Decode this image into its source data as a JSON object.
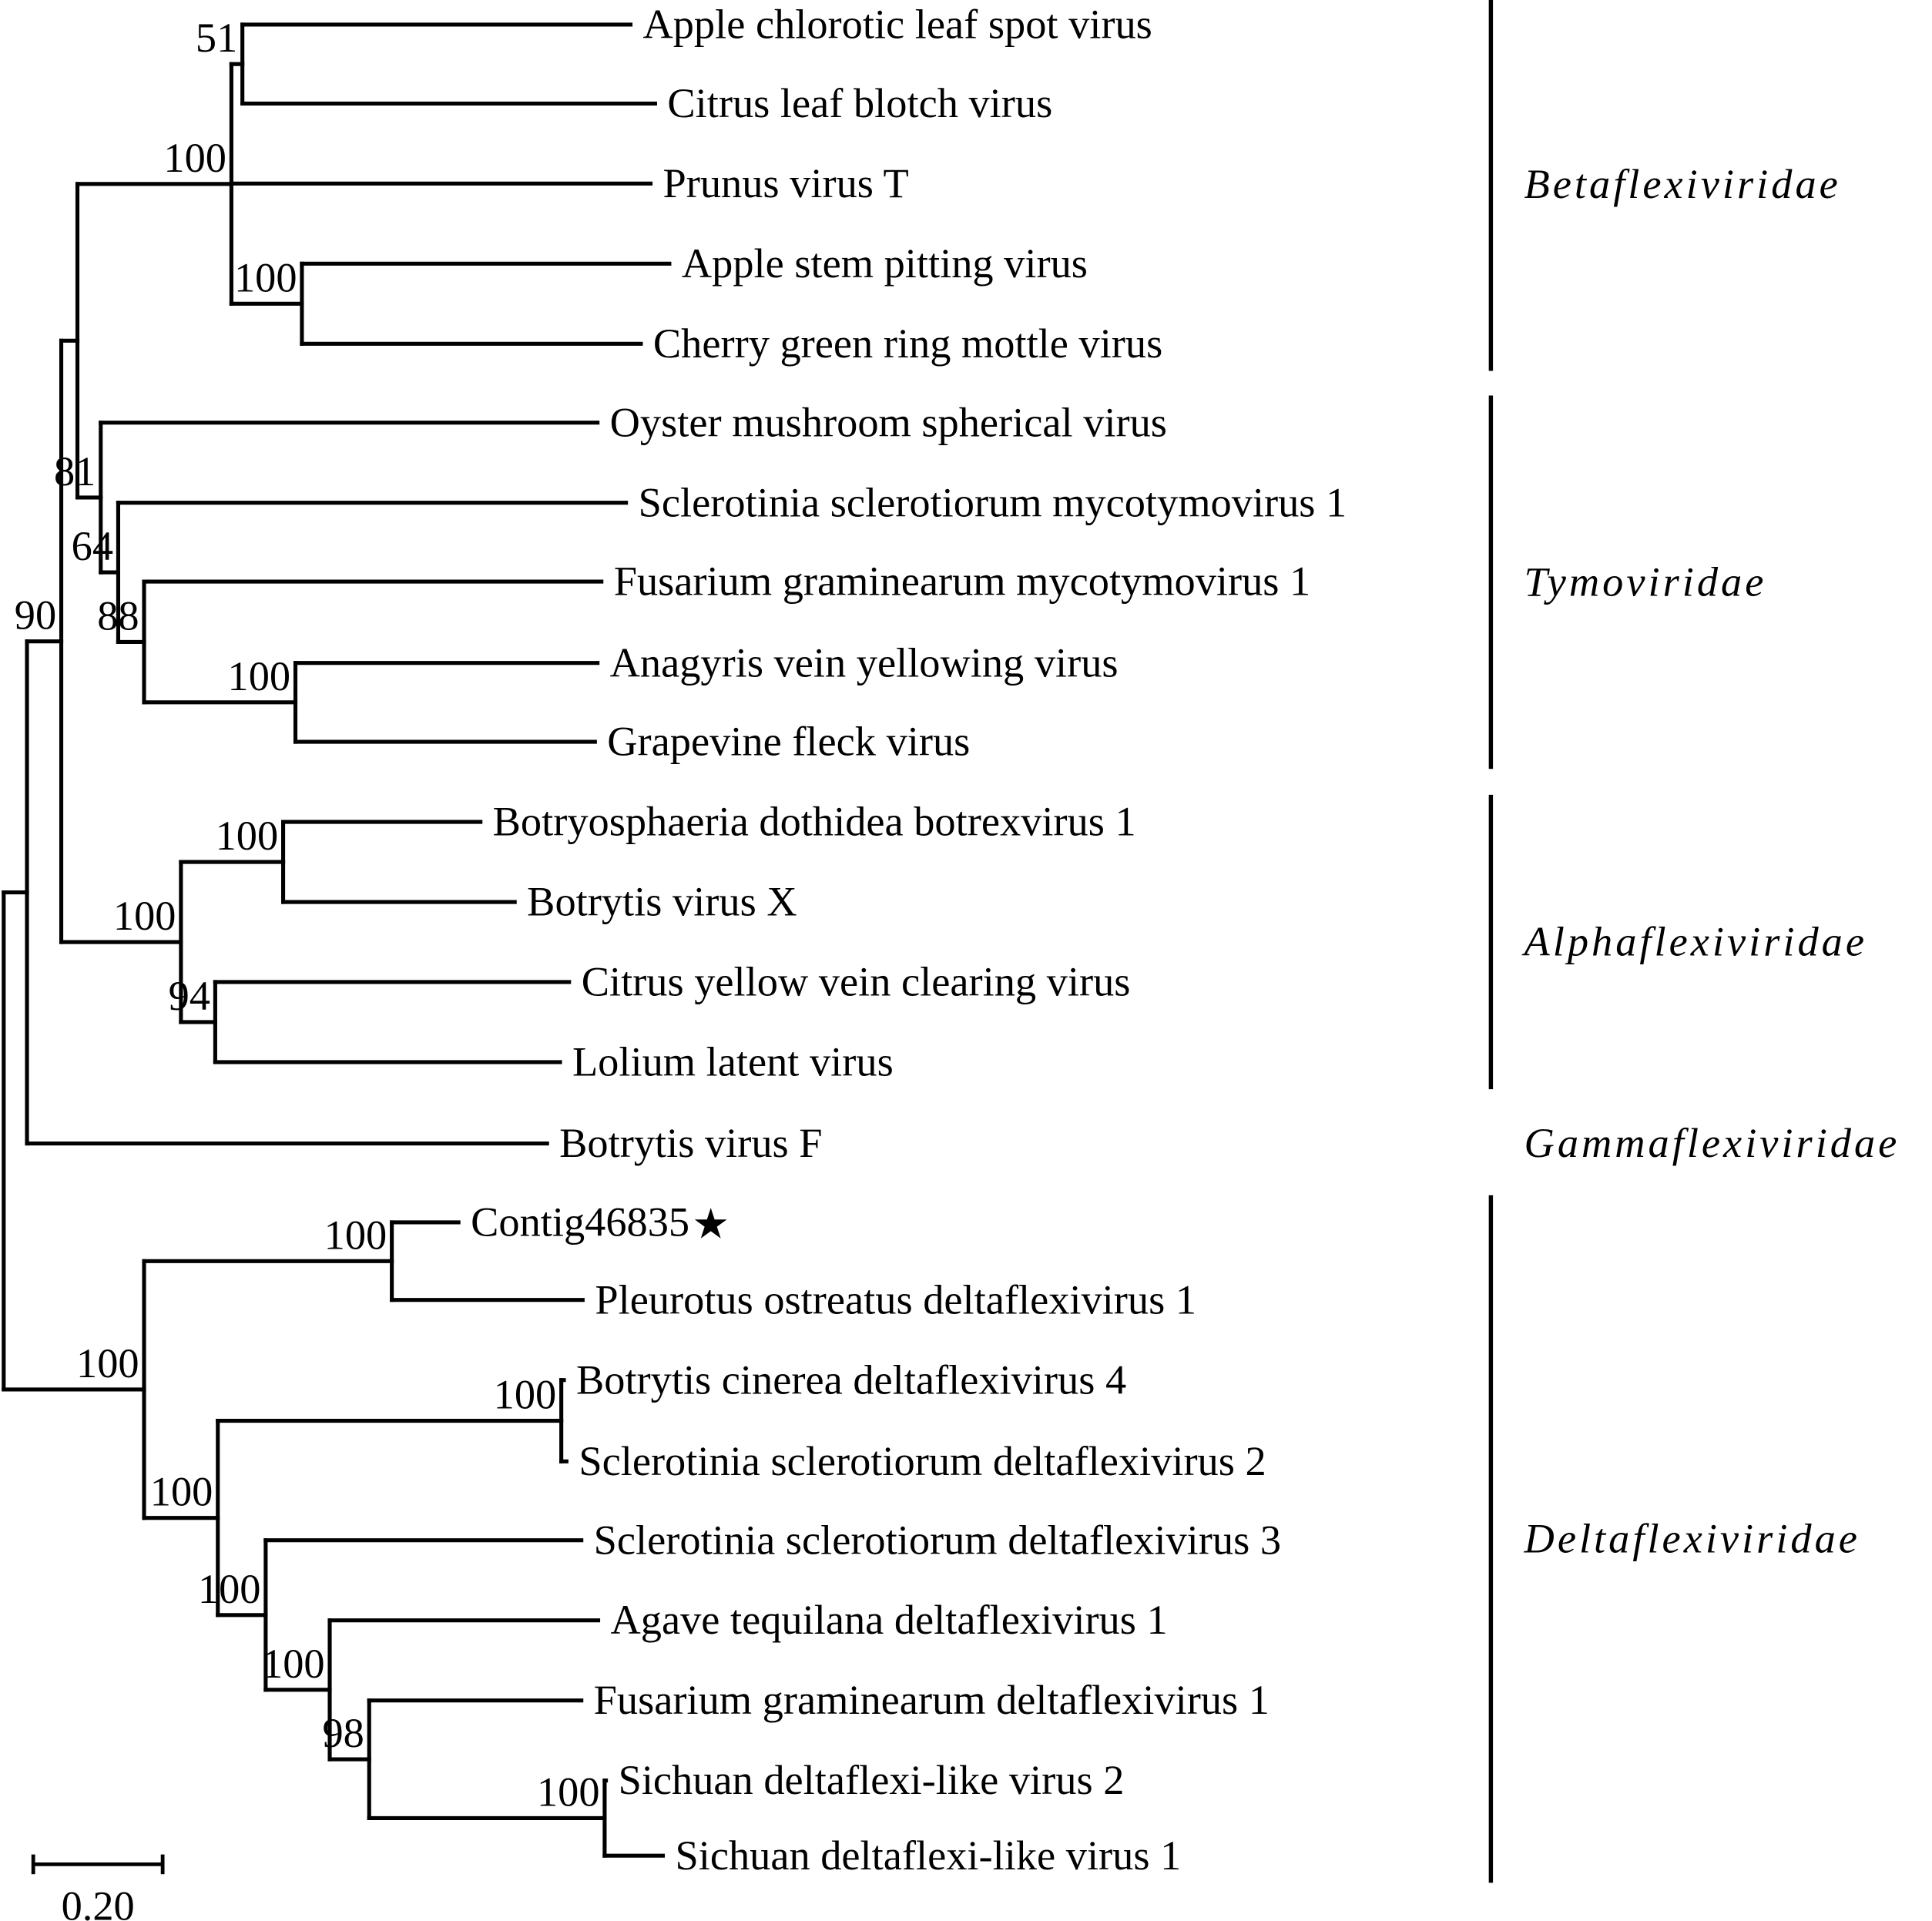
{
  "figure": {
    "type": "phylogenetic-tree",
    "scale_bar": {
      "value": 0.2,
      "label": "0.20"
    },
    "query_marker": {
      "icon": "star-icon",
      "glyph": "★"
    }
  },
  "tree": {
    "id": "root",
    "length": 0,
    "children": [
      {
        "id": "n-upper",
        "length": 0.036,
        "children": [
          {
            "id": "n90",
            "length": 0.053,
            "support": "90",
            "children": [
              {
                "id": "n-A",
                "length": 0.025,
                "children": [
                  {
                    "id": "n-beta",
                    "length": 0.238,
                    "support": "100",
                    "children": [
                      {
                        "id": "n51",
                        "length": 0.017,
                        "support": "51",
                        "children": [
                          {
                            "name": "Apple chlorotic leaf spot virus",
                            "length": 0.6
                          },
                          {
                            "name": "Citrus leaf blotch virus",
                            "length": 0.638
                          }
                        ]
                      },
                      {
                        "name": "Prunus virus T",
                        "length": 0.648
                      },
                      {
                        "id": "n-aspv",
                        "length": 0.109,
                        "support": "100",
                        "children": [
                          {
                            "name": "Apple stem pitting virus",
                            "length": 0.568
                          },
                          {
                            "name": "Cherry green ring mottle virus",
                            "length": 0.524
                          }
                        ]
                      }
                    ]
                  },
                  {
                    "id": "n81",
                    "length": 0.036,
                    "support": "81",
                    "children": [
                      {
                        "name": "Oyster mushroom spherical virus",
                        "length": 0.768
                      },
                      {
                        "id": "n64",
                        "length": 0.027,
                        "support": "64",
                        "children": [
                          {
                            "name": "Sclerotinia sclerotiorum mycotymovirus 1",
                            "length": 0.785
                          },
                          {
                            "id": "n88",
                            "length": 0.04,
                            "support": "88",
                            "children": [
                              {
                                "name": "Fusarium graminearum mycotymovirus 1",
                                "length": 0.707
                              },
                              {
                                "id": "n-gfkv",
                                "length": 0.234,
                                "support": "100",
                                "children": [
                                  {
                                    "name": "Anagyris vein yellowing virus",
                                    "length": 0.467
                                  },
                                  {
                                    "name": "Grapevine fleck virus",
                                    "length": 0.463
                                  }
                                ]
                              }
                            ]
                          }
                        ]
                      }
                    ]
                  }
                ]
              },
              {
                "id": "n-alpha",
                "length": 0.185,
                "support": "100",
                "children": [
                  {
                    "id": "n-bvx",
                    "length": 0.158,
                    "support": "100",
                    "children": [
                      {
                        "name": "Botryosphaeria dothidea botrexvirus 1",
                        "length": 0.305
                      },
                      {
                        "name": "Botrytis virus X",
                        "length": 0.358
                      }
                    ]
                  },
                  {
                    "id": "n94",
                    "length": 0.053,
                    "support": "94",
                    "children": [
                      {
                        "name": "Citrus yellow vein clearing virus",
                        "length": 0.547
                      },
                      {
                        "name": "Lolium latent virus",
                        "length": 0.533
                      }
                    ]
                  }
                ]
              }
            ]
          },
          {
            "name": "Botrytis virus F",
            "length": 0.804
          }
        ]
      },
      {
        "id": "n-delta",
        "length": 0.217,
        "support": "100",
        "children": [
          {
            "id": "n-contig",
            "length": 0.383,
            "support": "100",
            "children": [
              {
                "name": "Contig46835",
                "length": 0.103,
                "query": true
              },
              {
                "name": "Pleurotus ostreatus deltaflexivirus 1",
                "length": 0.295
              }
            ]
          },
          {
            "id": "n-B",
            "length": 0.114,
            "support": "100",
            "children": [
              {
                "id": "n-bcdv",
                "length": 0.531,
                "support": "100",
                "children": [
                  {
                    "name": "Botrytis cinerea deltaflexivirus 4",
                    "length": 0.004
                  },
                  {
                    "name": "Sclerotinia sclerotiorum deltaflexivirus 2",
                    "length": 0.008
                  }
                ]
              },
              {
                "id": "n-C",
                "length": 0.074,
                "support": "100",
                "children": [
                  {
                    "name": "Sclerotinia sclerotiorum deltaflexivirus 3",
                    "length": 0.488
                  },
                  {
                    "id": "n-D",
                    "length": 0.099,
                    "support": "100",
                    "children": [
                      {
                        "name": "Agave tequilana deltaflexivirus 1",
                        "length": 0.415
                      },
                      {
                        "id": "n-E",
                        "length": 0.061,
                        "support": "98",
                        "children": [
                          {
                            "name": "Fusarium graminearum deltaflexivirus 1",
                            "length": 0.328
                          },
                          {
                            "id": "n-F",
                            "length": 0.364,
                            "support": "100",
                            "children": [
                              {
                                "name": "Sichuan deltaflexi-like virus 2",
                                "length": 0.002
                              },
                              {
                                "name": "Sichuan deltaflexi-like virus 1",
                                "length": 0.09
                              }
                            ]
                          }
                        ]
                      }
                    ]
                  }
                ]
              }
            ]
          }
        ]
      }
    ]
  },
  "families": [
    {
      "name": "Betaflexiviridae",
      "first_tip": "Apple chlorotic leaf spot virus",
      "last_tip": "Cherry green ring mottle virus",
      "bracket": true
    },
    {
      "name": "Tymoviridae",
      "first_tip": "Oyster mushroom spherical virus",
      "last_tip": "Grapevine fleck virus",
      "bracket": true
    },
    {
      "name": "Alphaflexiviridae",
      "first_tip": "Botryosphaeria dothidea botrexvirus 1",
      "last_tip": "Lolium latent virus",
      "bracket": true
    },
    {
      "name": "Gammaflexiviridae",
      "first_tip": "Botrytis virus F",
      "last_tip": "Botrytis virus F",
      "bracket": false
    },
    {
      "name": "Deltaflexiviridae",
      "first_tip": "Contig46835",
      "last_tip": "Sichuan deltaflexi-like virus 1",
      "bracket": true
    }
  ]
}
